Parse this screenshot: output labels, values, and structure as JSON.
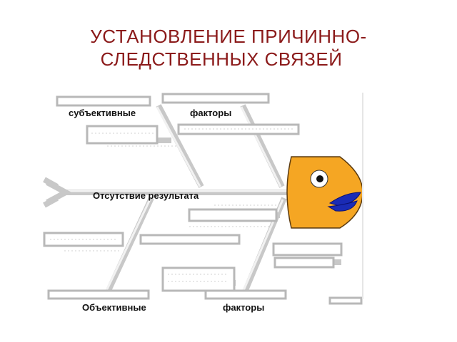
{
  "title": {
    "line1": "УСТАНОВЛЕНИЕ ПРИЧИННО-",
    "line2": "СЛЕДСТВЕННЫХ СВЯЗЕЙ"
  },
  "labels": {
    "top_left": "субъективные",
    "top_right": "факторы",
    "spine": "Отсутствие результата",
    "bottom_left": "Объективные",
    "bottom_right": "факторы"
  },
  "colors": {
    "title": "#8b1a1a",
    "fish_head": "#f5a623",
    "fish_lips": "#1a2bb5",
    "bones": "#c8c8c8"
  }
}
